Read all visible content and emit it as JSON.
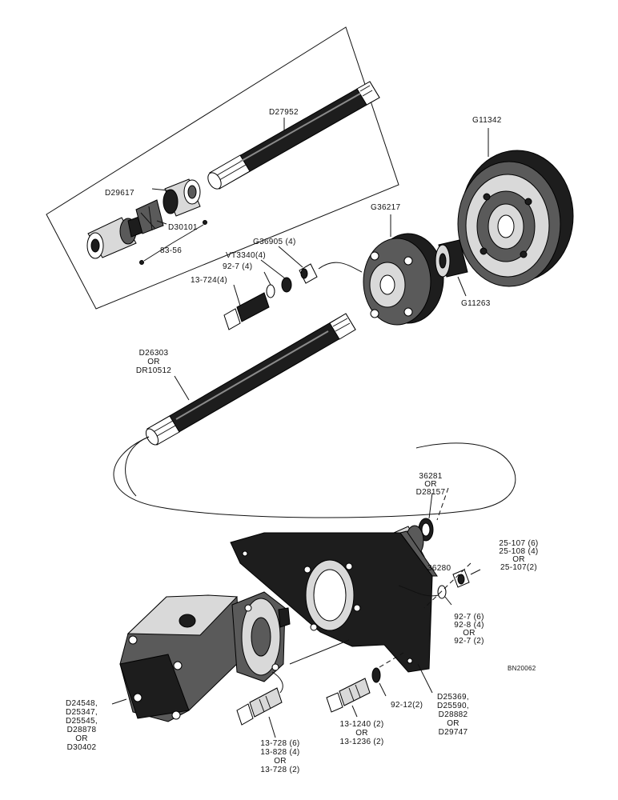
{
  "labels": {
    "d27952": "D27952",
    "d29617": "D29617",
    "d30101": "D30101",
    "s83_56": "83-56",
    "g11342": "G11342",
    "g36217": "G36217",
    "g36905": "G36905 (4)",
    "vt3340": "VT3340(4)",
    "w92_7": "92-7 (4)",
    "b13_724": "13-724(4)",
    "g11263": "G11263",
    "d26303": [
      "D26303",
      "OR",
      "DR10512"
    ],
    "s36281": [
      "36281",
      "OR",
      "D28157"
    ],
    "s36280": "36280",
    "n25_107": [
      "25-107 (6)",
      "25-108 (4)",
      "OR",
      "25-107(2)"
    ],
    "w92_7b": [
      "92-7 (6)",
      "92-8 (4)",
      "OR",
      "92-7 (2)"
    ],
    "ref": "BN20062",
    "d24548": [
      "D24548,",
      "D25347,",
      "D25545,",
      "D28878",
      "OR",
      "D30402"
    ],
    "b13_728": [
      "13-728 (6)",
      "13-828 (4)",
      "OR",
      "13-728 (2)"
    ],
    "b13_1240": [
      "13-1240 (2)",
      "OR",
      "13-1236 (2)"
    ],
    "w92_12": "92-12(2)",
    "d25369": [
      "D25369,",
      "D25590,",
      "D28882",
      "OR",
      "D29747"
    ]
  }
}
